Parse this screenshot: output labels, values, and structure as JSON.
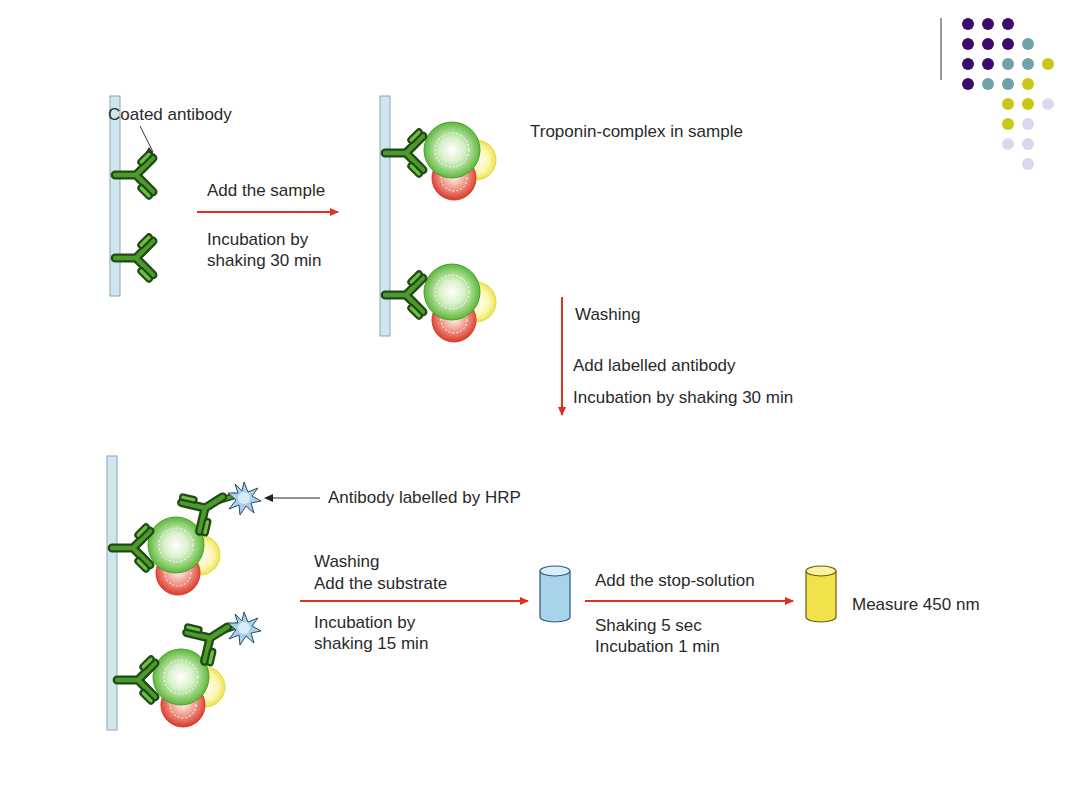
{
  "diagram": {
    "labels": [
      "Coated antibody",
      "Add the sample",
      "Incubation by shaking 30 min",
      "Troponin-complex in sample",
      "Washing",
      "Add labelled antibody",
      "Incubation by shaking 30 min",
      "Antibody labelled by HRP",
      "Washing",
      "Add the substrate",
      "Incubation by shaking 15 min",
      "Add the stop-solution",
      "Shaking 5 sec",
      "Incubation 1 min",
      "Measure 450 nm"
    ]
  }
}
